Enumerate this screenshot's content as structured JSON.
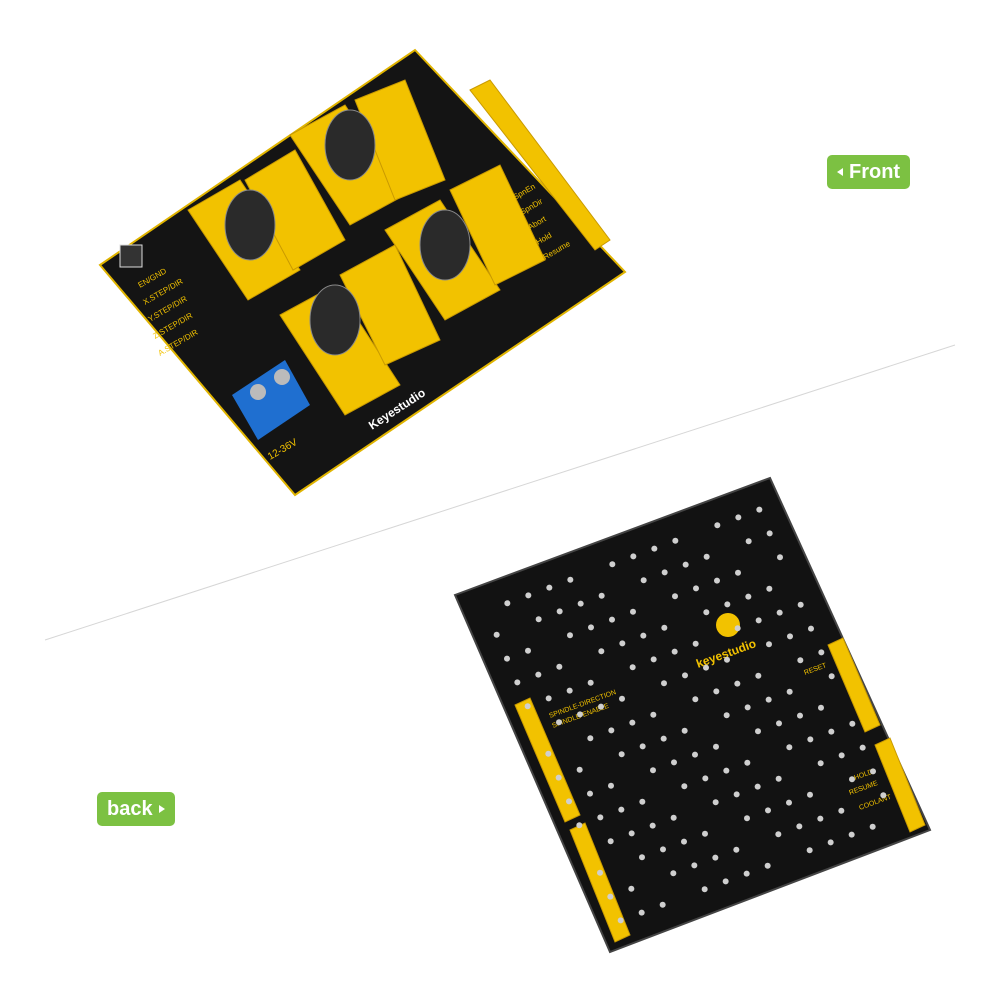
{
  "labels": {
    "front": "Front",
    "back": "back"
  },
  "front_board": {
    "logo": "Keyestudio",
    "voltage": "12-36V",
    "silkscreen": [
      "EN/GND",
      "X.STEP/DIR",
      "Y.STEP/DIR",
      "Z.STEP/DIR",
      "A.STEP/DIR",
      "SpnEn",
      "SpnDir",
      "Abort",
      "Hold",
      "Resume"
    ]
  },
  "back_board": {
    "logo": "keyestudio",
    "silkscreen": [
      "SPINDLE-DIRECTION",
      "SPINDLE-ENABLE",
      "RESET",
      "HOLD",
      "RESUME",
      "COOLANT"
    ]
  },
  "colors": {
    "label_green": "#7cc142",
    "pcb_black": "#111111",
    "header_yellow": "#f2c200",
    "terminal_blue": "#1f6fd0"
  },
  "icons": {
    "front_arrow": "triangle-left-icon",
    "back_arrow": "triangle-right-icon"
  }
}
